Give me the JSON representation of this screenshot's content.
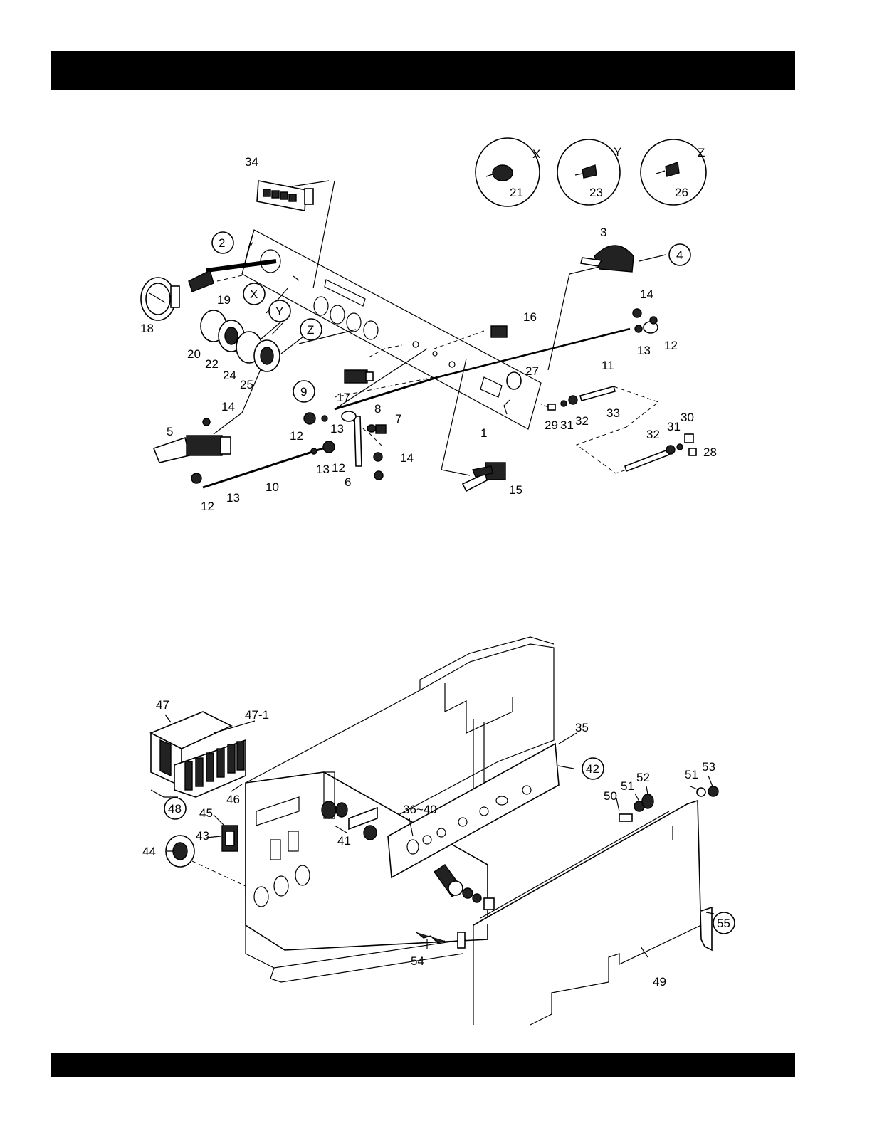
{
  "header_bar": {
    "color": "#000000",
    "text": ""
  },
  "footer_bar": {
    "color": "#000000",
    "text": ""
  },
  "diagram_top": {
    "labels": {
      "p34": "34",
      "p2": "2",
      "p18": "18",
      "p19": "19",
      "pX": "X",
      "pY": "Y",
      "pZ": "Z",
      "p20": "20",
      "p22": "22",
      "p24": "24",
      "p25": "25",
      "p14a": "14",
      "p5": "5",
      "p12a": "12",
      "p13a": "13",
      "p10": "10",
      "p17": "17",
      "p9": "9",
      "p8": "8",
      "p7": "7",
      "p12b": "12",
      "p13b": "13",
      "p13c": "13",
      "p12c": "12",
      "p6": "6",
      "p14b": "14",
      "p15": "15",
      "p16": "16",
      "p3": "3",
      "p4": "4",
      "p14c": "14",
      "p12d": "12",
      "p13d": "13",
      "p11": "11",
      "p27": "27",
      "p1": "1",
      "p29": "29",
      "p31a": "31",
      "p32a": "32",
      "p33": "33",
      "p30": "30",
      "p31b": "31",
      "p32b": "32",
      "p28": "28",
      "dX": "X",
      "dY": "Y",
      "dZ": "Z",
      "p21": "21",
      "p23": "23",
      "p26": "26"
    }
  },
  "diagram_bottom": {
    "labels": {
      "p47": "47",
      "p47_1": "47-1",
      "p46": "46",
      "p45": "45",
      "p48": "48",
      "p43": "43",
      "p44": "44",
      "p41": "41",
      "p36_40": "36~40",
      "p35": "35",
      "p42": "42",
      "p50": "50",
      "p51a": "51",
      "p52": "52",
      "p51b": "51",
      "p53": "53",
      "p55": "55",
      "p54": "54",
      "p49": "49"
    }
  }
}
